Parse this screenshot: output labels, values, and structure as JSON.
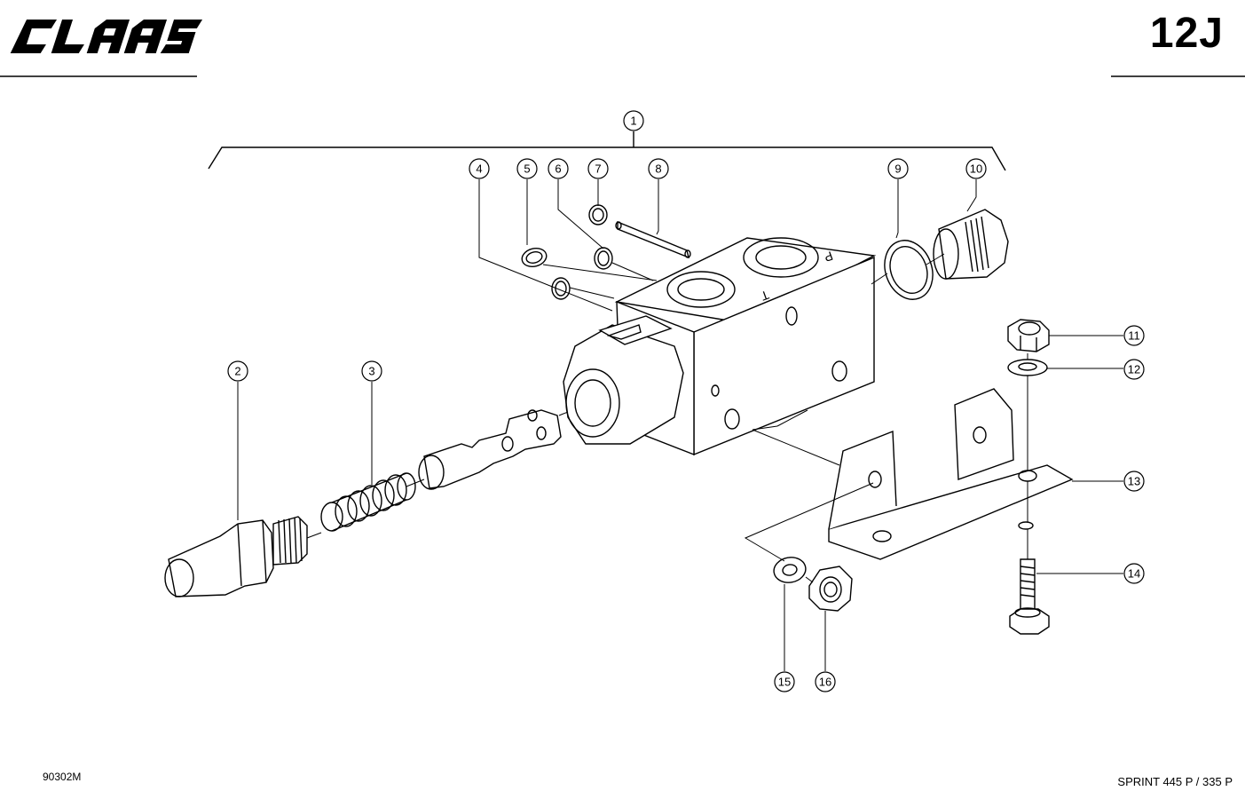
{
  "header": {
    "brand": "CLAAS",
    "page_id": "12J"
  },
  "footer": {
    "drawing_number": "90302M",
    "model": "SPRINT 445 P / 335 P"
  },
  "callouts": [
    "1",
    "2",
    "3",
    "4",
    "5",
    "6",
    "7",
    "8",
    "9",
    "10",
    "11",
    "12",
    "13",
    "14",
    "15",
    "16"
  ],
  "port_labels": [
    "T",
    "P"
  ],
  "colors": {
    "ink": "#000000",
    "paper": "#ffffff"
  }
}
